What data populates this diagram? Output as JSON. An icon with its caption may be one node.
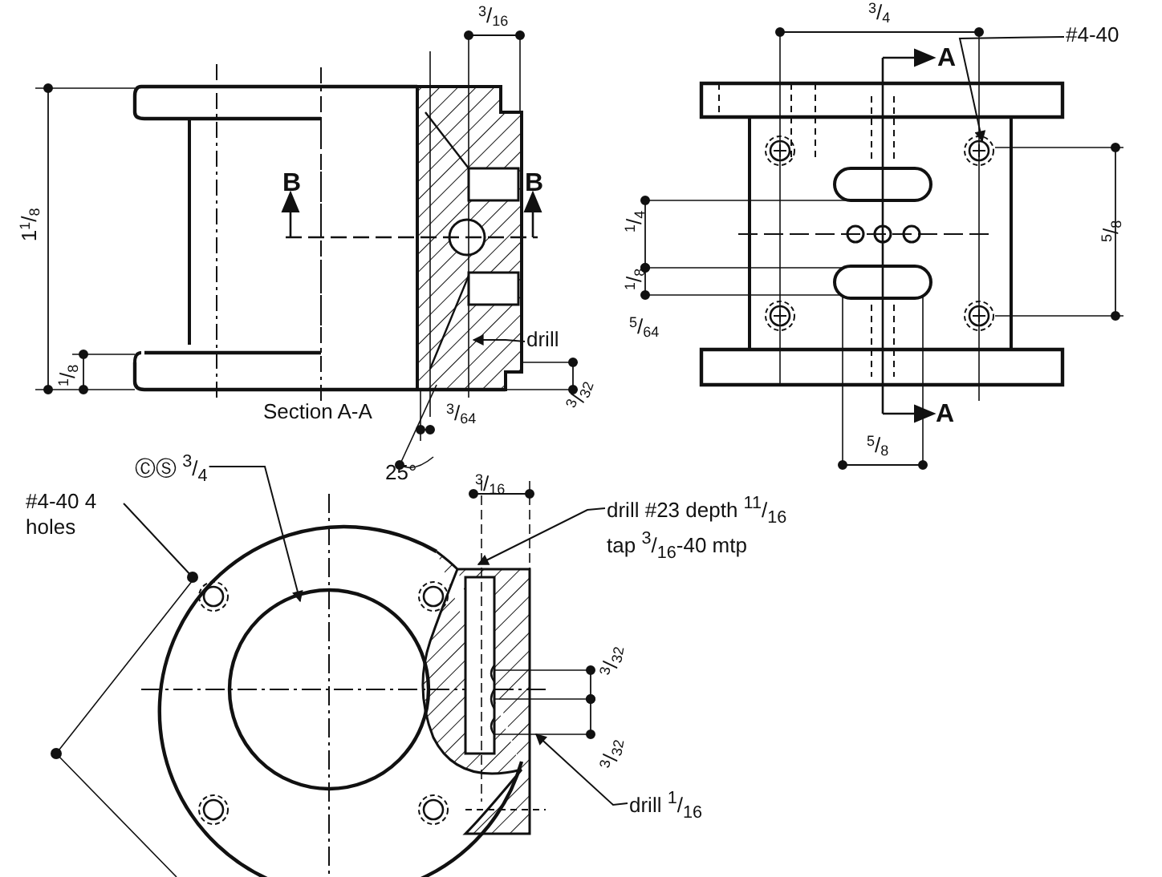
{
  "diagram": {
    "nodes": [
      {
        "text": [
          "drill"
        ]
      },
      {
        "text": [
          "#4-40"
        ]
      },
      {
        "text": [
          "ⒸⓈ $^{3}$/$_{4}$"
        ]
      },
      {
        "text": [
          "#4-40 4 holes"
        ]
      },
      {
        "text": [
          "drill #23 depth $^{11}$/$_{16}$ tap $^{3}$/$_{16}$-40 mtp"
        ]
      },
      {
        "text": [
          "drill $^{1}$/$_{16}$"
        ]
      }
    ],
    "edges": [
      {
        "from": 0,
        "to": null,
        "arrow": "to"
      },
      {
        "from": 1,
        "to": null,
        "arrow": "to"
      },
      {
        "from": 2,
        "to": null,
        "arrow": "to"
      },
      {
        "from": 3,
        "to": null,
        "arrow": "other"
      },
      {
        "from": 4,
        "to": null,
        "arrow": "to"
      },
      {
        "from": 5,
        "to": null,
        "arrow": "to"
      }
    ],
    "labels": [
      "$^{3}$/$_{16}$",
      "$^{3}$/$_{4}$",
      "A",
      "1$^{1}$/$_{8}$",
      "B",
      "B",
      "$^{1}$/$_{4}$",
      "$^{5}$/$_{8}$",
      "$^{1}$/$_{8}$",
      "$^{5}$/$_{64}$",
      "$^{1}$/$_{8}$",
      "Section A-A",
      "$^{3}$/$_{64}$",
      "$^{3}$/$_{32}$",
      "A",
      "$^{5}$/$_{8}$",
      "25°",
      "$^{3}$/$_{16}$",
      "$^{3}$/$_{32}$",
      "$^{3}$/$_{32}$"
    ]
  }
}
